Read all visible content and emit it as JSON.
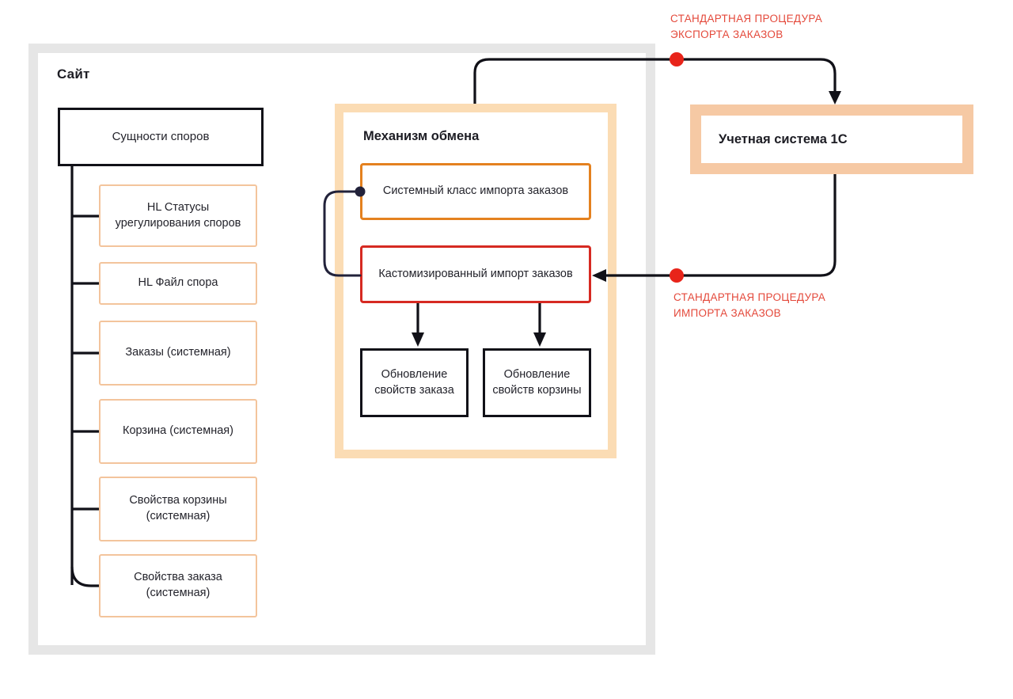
{
  "site": {
    "title": "Сайт",
    "root_entity": "Сущности споров",
    "entities": [
      "HL Статусы урегулирования споров",
      "HL Файл спора",
      "Заказы (системная)",
      "Корзина (системная)",
      "Свойства корзины (системная)",
      "Свойства заказа (системная)"
    ]
  },
  "exchange": {
    "title": "Механизм обмена",
    "system_import": "Системный класс импорта заказов",
    "custom_import": "Кастомизированный импорт заказов",
    "update_order_props": "Обновление свойств заказа",
    "update_basket_props": "Обновление свойств корзины"
  },
  "accounting": {
    "title": "Учетная система 1C"
  },
  "procedures": {
    "export_label": "СТАНДАРТНАЯ ПРОЦЕДУРА\nЭКСПОРТА ЗАКАЗОВ",
    "import_label": "СТАНДАРТНАЯ ПРОЦЕДУРА\nИМПОРТА ЗАКАЗОВ"
  },
  "colors": {
    "frame_gray": "#e6e6e6",
    "frame_peach_light": "#fbdcb4",
    "frame_peach": "#f6c9a4",
    "border_peach": "#f3c49c",
    "border_orange": "#e4811f",
    "border_red": "#d62a22",
    "dot_red": "#e8241a",
    "dot_navy": "#1f1f33",
    "label_red": "#e4493b",
    "text_dark": "#23232b",
    "line_black": "#111118"
  }
}
